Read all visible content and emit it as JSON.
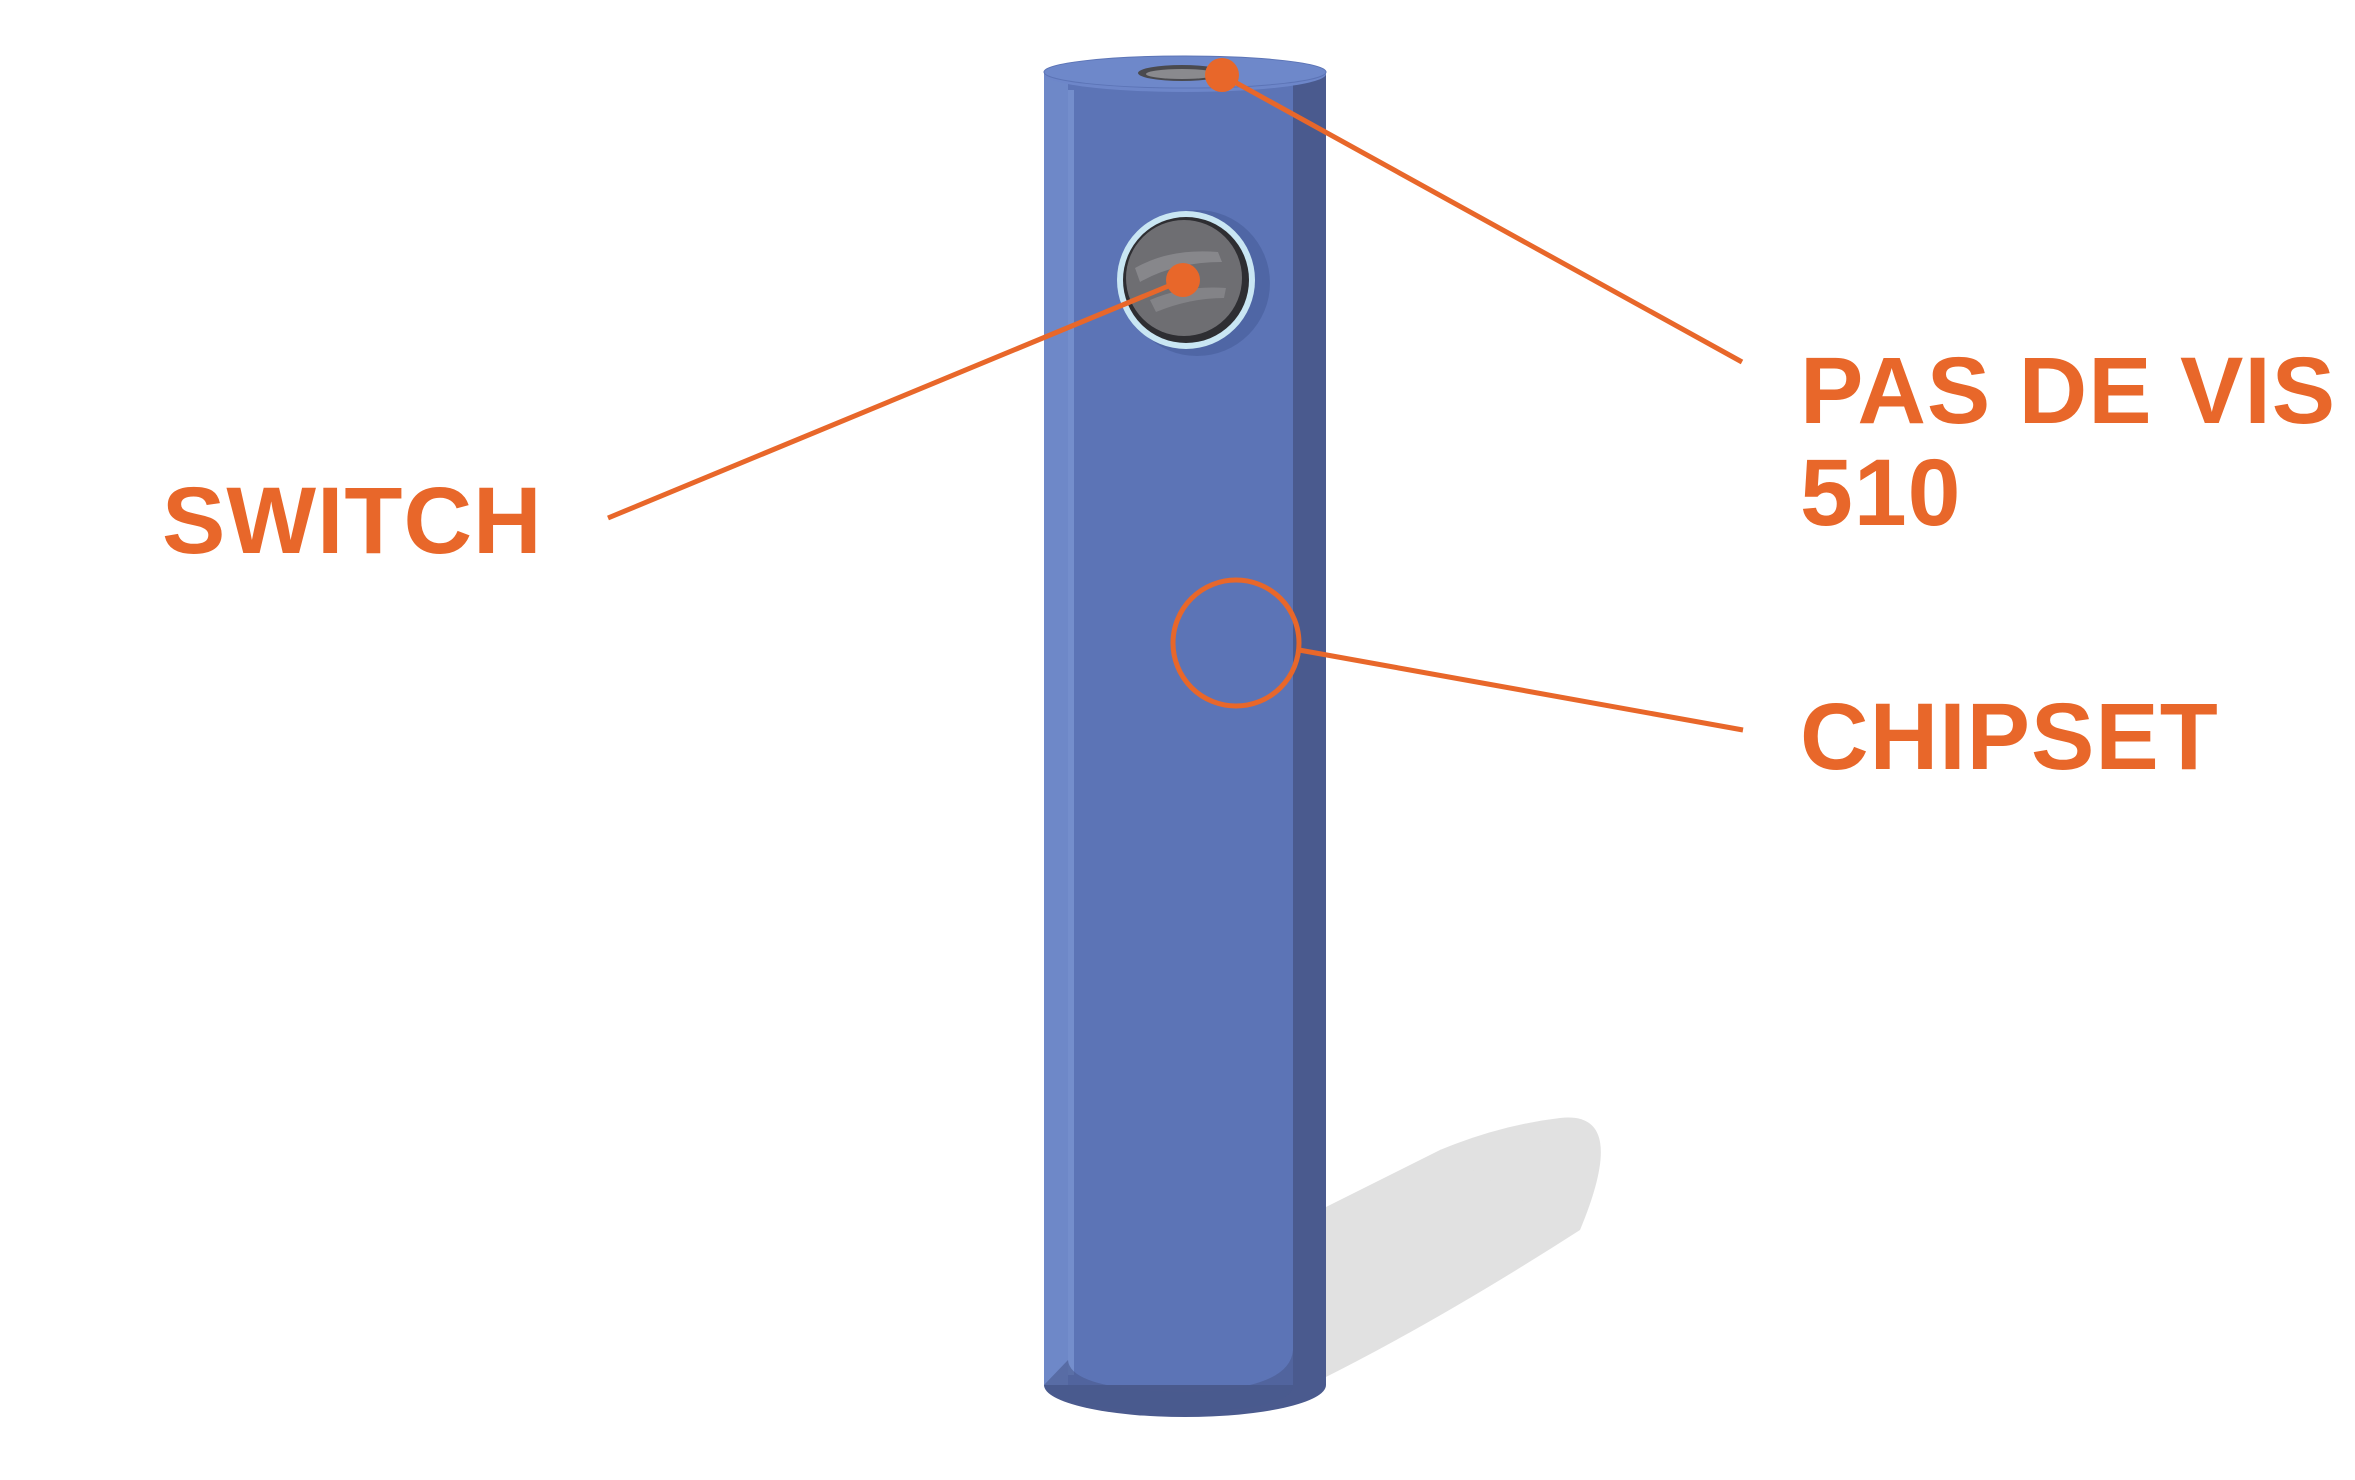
{
  "labels": {
    "switch": "SWITCH",
    "thread_line1": "PAS DE VIS",
    "thread_line2": "510",
    "chipset": "CHIPSET"
  },
  "colors": {
    "accent": "#E8672A",
    "body_main": "#5C74B6",
    "body_highlight": "#6E88C8",
    "body_shadow": "#4A5A8E",
    "top_cap": "#6D86C9",
    "button_ring": "#C9E6F3",
    "button_face": "#6E6E72",
    "ground_shadow": "#E1E1E1",
    "background": "#FFFFFF"
  },
  "icons": {
    "device": "vape-battery-illustration"
  }
}
